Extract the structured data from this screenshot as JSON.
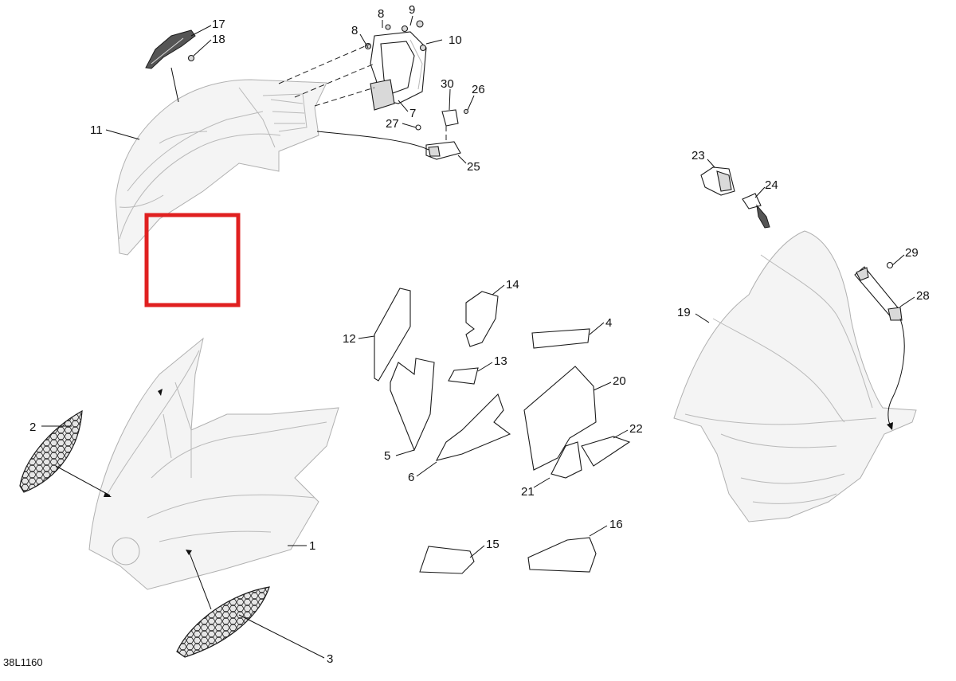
{
  "diagram": {
    "code": "38L1160",
    "highlight_color": "#e02020",
    "callouts": [
      {
        "id": "c1",
        "label": "1"
      },
      {
        "id": "c2",
        "label": "2"
      },
      {
        "id": "c3",
        "label": "3"
      },
      {
        "id": "c4",
        "label": "4"
      },
      {
        "id": "c5",
        "label": "5"
      },
      {
        "id": "c6",
        "label": "6"
      },
      {
        "id": "c7",
        "label": "7"
      },
      {
        "id": "c8a",
        "label": "8"
      },
      {
        "id": "c8b",
        "label": "8"
      },
      {
        "id": "c9",
        "label": "9"
      },
      {
        "id": "c10",
        "label": "10"
      },
      {
        "id": "c11",
        "label": "11"
      },
      {
        "id": "c12",
        "label": "12"
      },
      {
        "id": "c13",
        "label": "13"
      },
      {
        "id": "c14",
        "label": "14"
      },
      {
        "id": "c15",
        "label": "15"
      },
      {
        "id": "c16",
        "label": "16"
      },
      {
        "id": "c17",
        "label": "17"
      },
      {
        "id": "c18",
        "label": "18"
      },
      {
        "id": "c19",
        "label": "19"
      },
      {
        "id": "c20",
        "label": "20"
      },
      {
        "id": "c21",
        "label": "21"
      },
      {
        "id": "c22",
        "label": "22"
      },
      {
        "id": "c23",
        "label": "23"
      },
      {
        "id": "c24",
        "label": "24"
      },
      {
        "id": "c25",
        "label": "25"
      },
      {
        "id": "c26",
        "label": "26"
      },
      {
        "id": "c27",
        "label": "27"
      },
      {
        "id": "c28",
        "label": "28"
      },
      {
        "id": "c29",
        "label": "29"
      },
      {
        "id": "c30",
        "label": "30"
      }
    ]
  }
}
